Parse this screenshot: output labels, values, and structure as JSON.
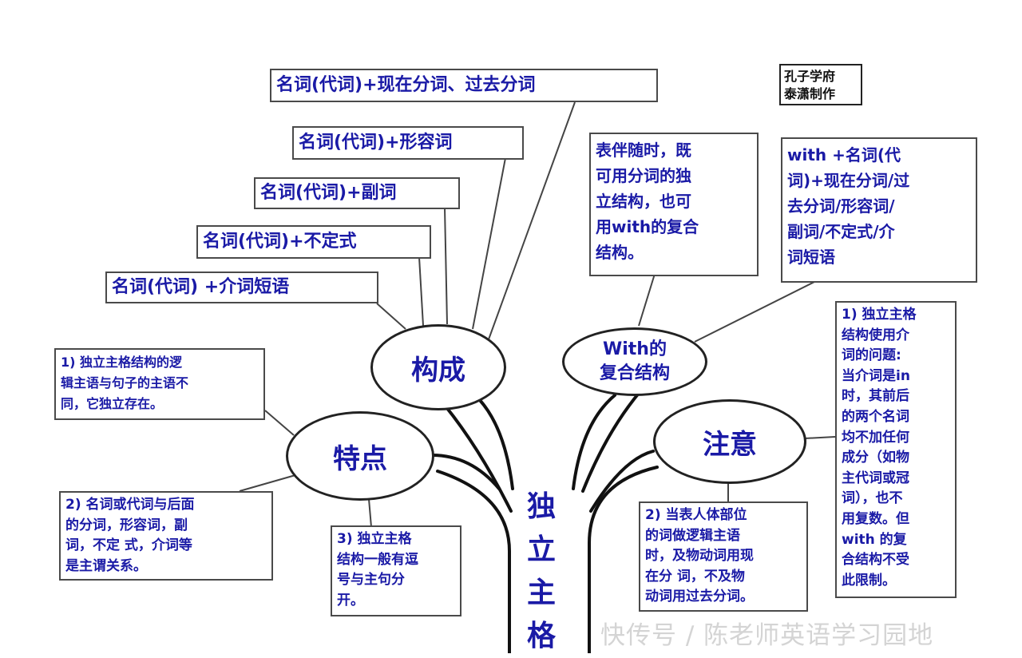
{
  "root": {
    "label": "独\n立\n主\n格"
  },
  "credit": {
    "text": "孔子学府\n泰潇制作"
  },
  "watermark": {
    "text": "快传号 / 陈老师英语学习园地"
  },
  "nodes": {
    "goucheng": {
      "label": "构成"
    },
    "tedian": {
      "label": "特点"
    },
    "with": {
      "label": "With的\n复合结构"
    },
    "zhuyi": {
      "label": "注意"
    }
  },
  "goucheng_boxes": [
    {
      "text": "名词(代词)+现在分词、过去分词"
    },
    {
      "text": "名词(代词)+形容词"
    },
    {
      "text": "名词(代词)+副词"
    },
    {
      "text": "名词(代词)+不定式"
    },
    {
      "text": "名词(代词) +介词短语"
    }
  ],
  "tedian_boxes": [
    {
      "text": "1) 独立主格结构的逻\n辑主语与句子的主语不\n同，它独立存在。"
    },
    {
      "text": "2) 名词或代词与后面\n的分词，形容词，副\n词，不定 式，介词等\n是主谓关系。"
    },
    {
      "text": "3) 独立主格\n结构一般有逗\n号与主句分\n开。"
    }
  ],
  "with_boxes": [
    {
      "text": "表伴随时，既\n可用分词的独\n立结构，也可\n用with的复合\n结构。"
    },
    {
      "text": "with +名词(代\n词)+现在分词/过\n去分词/形容词/\n副词/不定式/介\n词短语"
    }
  ],
  "zhuyi_boxes": [
    {
      "text": "1) 独立主格\n结构使用介\n词的问题:\n当介词是in\n时，其前后\n的两个名词\n均不加任何\n成分（如物\n主代词或冠\n词），也不\n用复数。但\nwith 的复\n合结构不受\n此限制。"
    },
    {
      "text": "2) 当表人体部位\n的词做逻辑主语\n时，及物动词用现\n在分 词，不及物\n动词用过去分词。"
    }
  ]
}
